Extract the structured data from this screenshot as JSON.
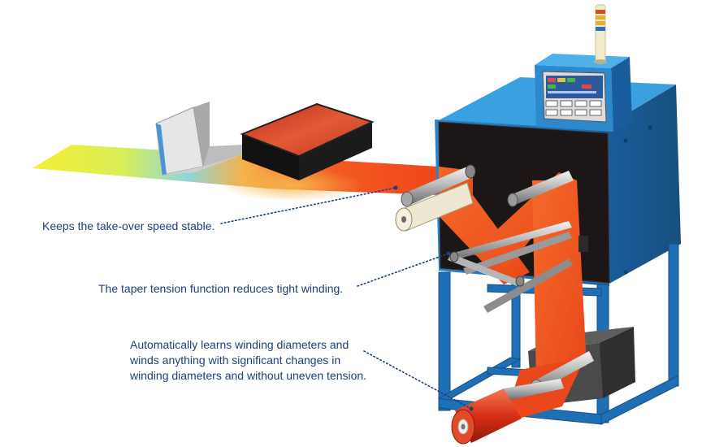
{
  "callouts": {
    "speed": "Keeps the take-over speed stable.",
    "taper": "The taper tension function reduces tight winding.",
    "learn_line1": "Automatically learns winding diameters and",
    "learn_line2": "winds anything with significant changes in",
    "learn_line3": "winding diameters and without uneven tension."
  },
  "colors": {
    "callout_text": "#1d3f7a",
    "frame_blue": "#1e6fb5",
    "film_orange": "#f2561d",
    "panel_dark": "#1c1716",
    "heater_top": "#d8432a"
  },
  "icons": {
    "signal_tower": "signal-tower-icon",
    "touch_panel": "touch-panel-icon"
  }
}
